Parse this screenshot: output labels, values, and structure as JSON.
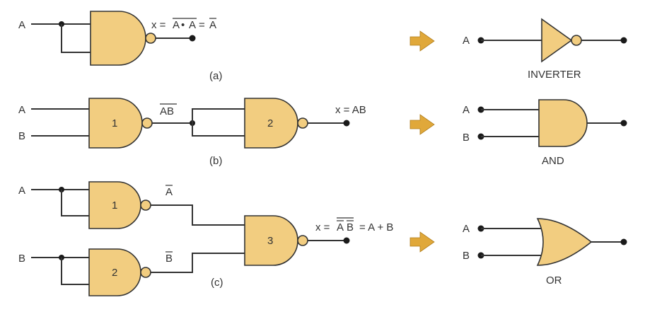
{
  "rows": [
    {
      "input_a": "A",
      "output_expr": {
        "x": "x =",
        "eq1": "=",
        "a1": "A",
        "dot": "•",
        "a2": "A",
        "a3": "A"
      },
      "caption": "(a)",
      "equivalent": {
        "input_a": "A",
        "name": "INVERTER"
      }
    },
    {
      "input_a": "A",
      "input_b": "B",
      "gate1_num": "1",
      "gate2_num": "2",
      "mid_label": "AB",
      "output_expr": "x = AB",
      "caption": "(b)",
      "equivalent": {
        "input_a": "A",
        "input_b": "B",
        "name": "AND"
      }
    },
    {
      "input_a": "A",
      "input_b": "B",
      "gate1_num": "1",
      "gate2_num": "2",
      "gate3_num": "3",
      "mid_label_a": "A",
      "mid_label_b": "B",
      "output_expr": {
        "x": "x =",
        "term_a": "A",
        "term_b": "B",
        "rest": "= A + B"
      },
      "caption": "(c)",
      "equivalent": {
        "input_a": "A",
        "input_b": "B",
        "name": "OR"
      }
    }
  ],
  "colors": {
    "gate_fill": "#f2cd80",
    "arrow_fill": "#e0a83a",
    "line": "#333333"
  }
}
